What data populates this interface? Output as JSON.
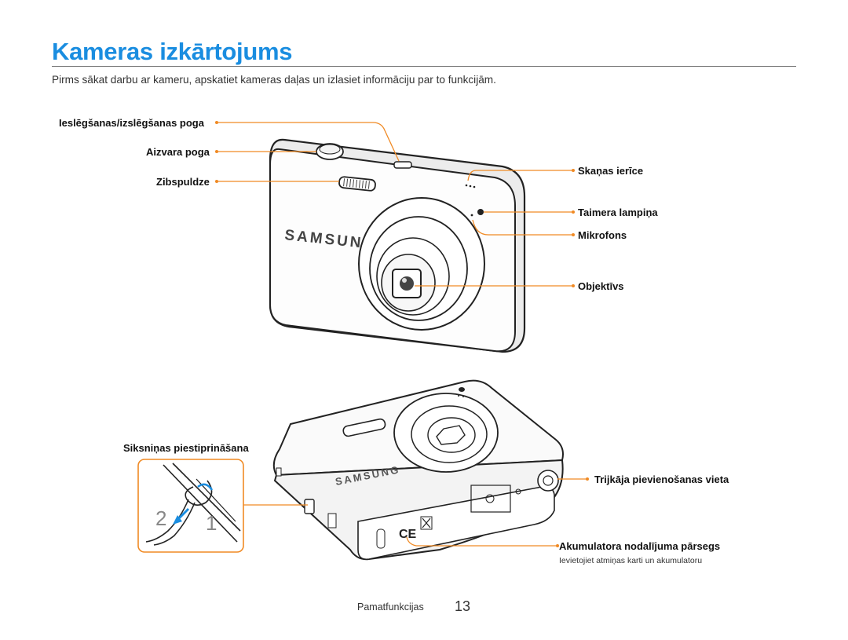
{
  "page": {
    "title": "Kameras izkārtojums",
    "intro": "Pirms sākat darbu ar kameru, apskatiet kameras daļas un izlasiet informāciju par to funkcijām."
  },
  "front_labels": {
    "power": "Ieslēgšanas/izslēgšanas poga",
    "shutter": "Aizvara poga",
    "flash": "Zibspuldze",
    "speaker": "Skaņas ierīce",
    "timer_lamp": "Taimera lampiņa",
    "microphone": "Mikrofons",
    "lens": "Objektīvs"
  },
  "bottom_labels": {
    "strap": "Siksniņas piestiprināšana",
    "tripod": "Trijkāja pievienošanas vieta",
    "battery": "Akumulatora nodalījuma pārsegs",
    "battery_note": "Ievietojiet atmiņas karti un akumulatoru"
  },
  "strap_inset": {
    "step_2": "2",
    "step_1": "1"
  },
  "brand": "SAMSUNG",
  "footer": {
    "section": "Pamatfunkcijas",
    "page_number": "13"
  },
  "colors": {
    "accent": "#1a8de0",
    "callout": "#f08a24"
  }
}
